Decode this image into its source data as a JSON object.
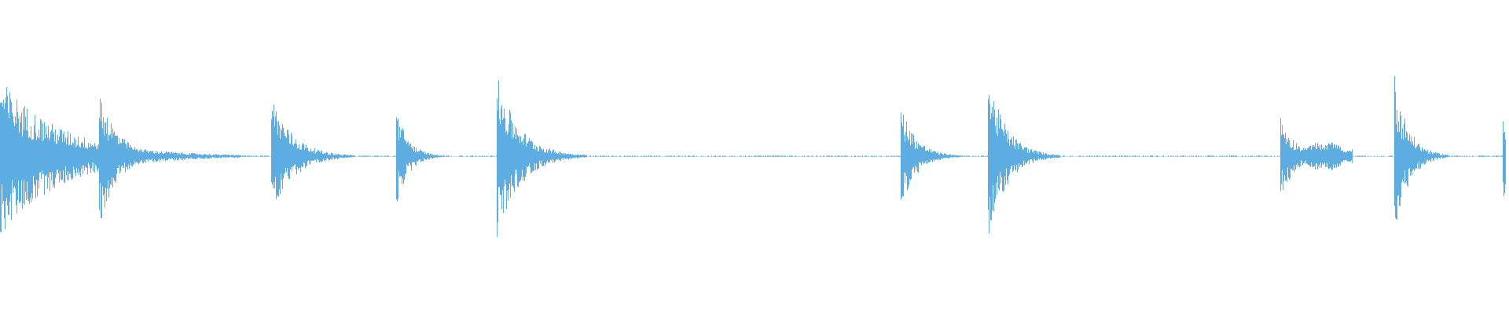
{
  "waveform": {
    "color": "#5dade2",
    "background": "#ffffff",
    "baseline_amplitude": 0.006,
    "transients": [
      {
        "time": 0.0,
        "peak_top": 0.9,
        "peak_bottom": 0.93,
        "decay": 0.04,
        "tail_level": 0.1,
        "tail_end": 0.045
      },
      {
        "time": 0.066,
        "peak_top": 0.8,
        "peak_bottom": 0.82,
        "decay": 0.012,
        "tail_level": 0.0,
        "tail_end": 0.0
      },
      {
        "time": 0.18,
        "peak_top": 0.72,
        "peak_bottom": 0.75,
        "decay": 0.014,
        "tail_level": 0.0,
        "tail_end": 0.0
      },
      {
        "time": 0.263,
        "peak_top": 0.57,
        "peak_bottom": 0.59,
        "decay": 0.008,
        "tail_level": 0.0,
        "tail_end": 0.0
      },
      {
        "time": 0.33,
        "peak_top": 0.94,
        "peak_bottom": 0.96,
        "decay": 0.015,
        "tail_level": 0.0,
        "tail_end": 0.0
      },
      {
        "time": 0.598,
        "peak_top": 0.62,
        "peak_bottom": 0.62,
        "decay": 0.01,
        "tail_level": 0.05,
        "tail_end": 0.028
      },
      {
        "time": 0.656,
        "peak_top": 0.96,
        "peak_bottom": 0.98,
        "decay": 0.012,
        "tail_level": 0.0,
        "tail_end": 0.0
      },
      {
        "time": 0.85,
        "peak_top": 0.47,
        "peak_bottom": 0.48,
        "decay": 0.01,
        "tail_level": 0.2,
        "tail_end": 0.048
      },
      {
        "time": 0.926,
        "peak_top": 0.96,
        "peak_bottom": 0.97,
        "decay": 0.009,
        "tail_level": 0.0,
        "tail_end": 0.0
      },
      {
        "time": 0.998,
        "peak_top": 0.55,
        "peak_bottom": 0.58,
        "decay": 0.004,
        "tail_level": 0.0,
        "tail_end": 0.0
      }
    ]
  }
}
